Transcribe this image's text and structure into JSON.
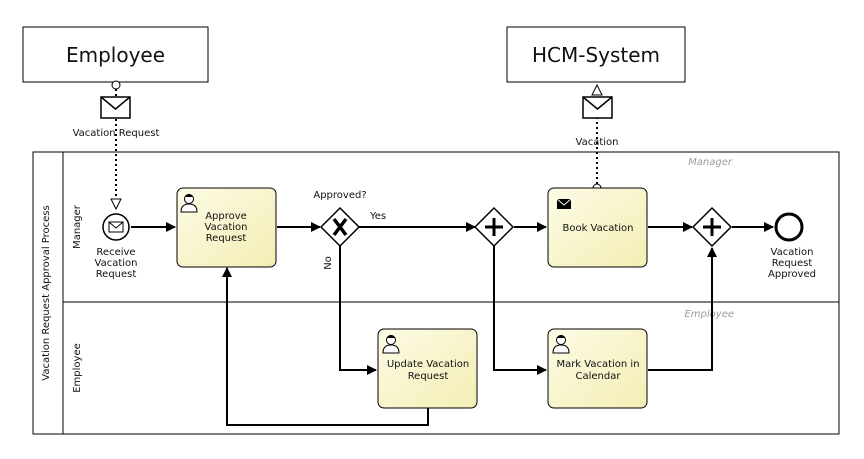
{
  "pools": {
    "employee": {
      "label": "Employee"
    },
    "hcm": {
      "label": "HCM-System"
    },
    "process": {
      "label": "Vacation Request Approval Process",
      "lanes": [
        {
          "label": "Manager",
          "ghost": "Manager"
        },
        {
          "label": "Employee",
          "ghost": "Employee"
        }
      ]
    }
  },
  "messages": {
    "vacation_request": {
      "label": "Vacation Request"
    },
    "vacation": {
      "label": "Vacation"
    }
  },
  "events": {
    "start": {
      "lines": [
        "Receive",
        "Vacation",
        "Request"
      ]
    },
    "end": {
      "lines": [
        "Vacation",
        "Request",
        "Approved"
      ]
    }
  },
  "tasks": {
    "approve": {
      "lines": [
        "Approve",
        "Vacation",
        "Request"
      ],
      "type": "user"
    },
    "book": {
      "lines": [
        "Book Vacation"
      ],
      "type": "send"
    },
    "update": {
      "lines": [
        "Update Vacation",
        "Request"
      ],
      "type": "user"
    },
    "mark": {
      "lines": [
        "Mark Vacation in",
        "Calendar"
      ],
      "type": "user"
    }
  },
  "gateways": {
    "approved": {
      "label": "Approved?",
      "type": "exclusive",
      "yes": "Yes",
      "no": "No"
    },
    "split": {
      "type": "parallel"
    },
    "join": {
      "type": "parallel"
    }
  },
  "colors": {
    "task_fill_top": "#fdfbe6",
    "task_fill_bottom": "#f5f0b8",
    "stroke": "#000000",
    "lane_line": "#333333"
  }
}
